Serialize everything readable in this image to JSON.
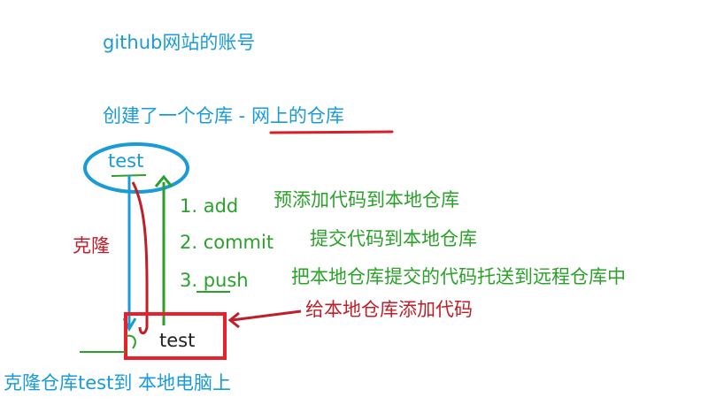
{
  "notes": {
    "line1": "github网站的账号",
    "line2_prefix": "创建了一个仓库 - ",
    "line2_highlight": "网上的仓库",
    "remote_repo": "test",
    "clone_label": "克隆",
    "step1": "1. add",
    "step1_desc": "预添加代码到本地仓库",
    "step2": "2. commit",
    "step2_desc": "提交代码到本地仓库",
    "step3": "3. push",
    "step3_desc": "把本地仓库提交的代码托送到远程仓库中",
    "red_note": "给本地仓库添加代码",
    "local_repo": "test",
    "bottom_note": "克隆仓库test到  本地电脑上"
  },
  "colors": {
    "blue": "#1a9bd7",
    "green": "#2aa22a",
    "red": "#c01f2a",
    "red_box": "#e8202a"
  }
}
